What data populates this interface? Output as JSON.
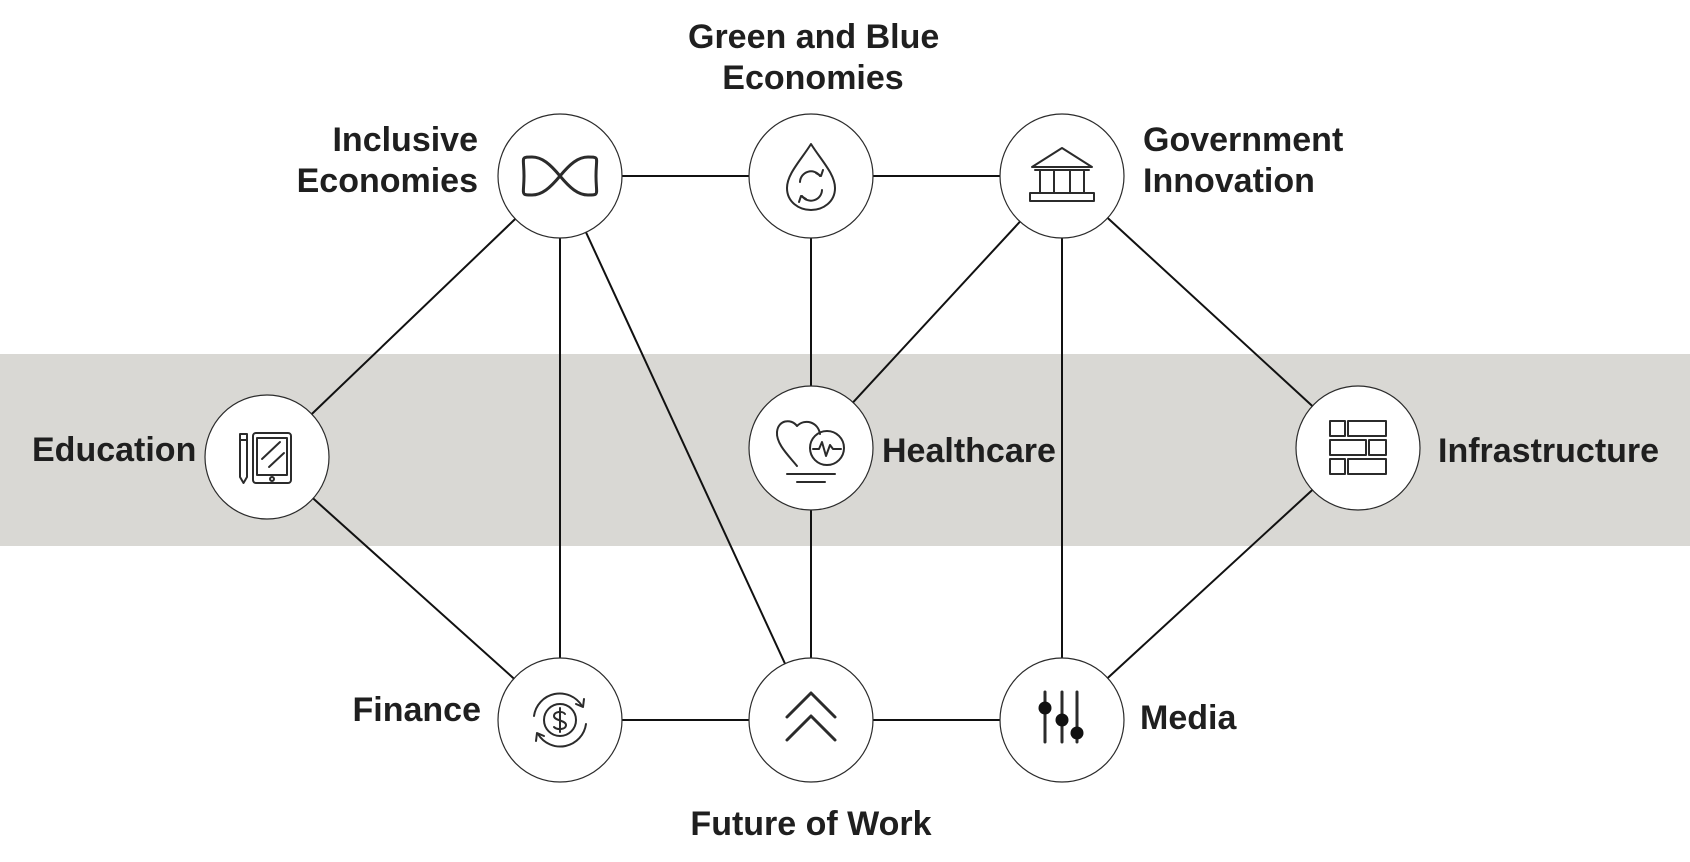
{
  "band_color": "#d9d8d4",
  "nodes": [
    {
      "id": "inclusive",
      "label": [
        "Inclusive",
        "Economies"
      ],
      "icon": "infinity-icon"
    },
    {
      "id": "green_blue",
      "label": [
        "Green and Blue",
        "Economies"
      ],
      "icon": "water-drop-cycle-icon"
    },
    {
      "id": "government",
      "label": [
        "Government",
        "Innovation"
      ],
      "icon": "government-building-icon"
    },
    {
      "id": "education",
      "label": [
        "Education"
      ],
      "icon": "tablet-pen-icon"
    },
    {
      "id": "healthcare",
      "label": [
        "Healthcare"
      ],
      "icon": "heart-pulse-icon"
    },
    {
      "id": "infrastructure",
      "label": [
        "Infrastructure"
      ],
      "icon": "brick-wall-icon"
    },
    {
      "id": "finance",
      "label": [
        "Finance"
      ],
      "icon": "dollar-cycle-icon"
    },
    {
      "id": "future_work",
      "label": [
        "Future of Work"
      ],
      "icon": "double-chevron-up-icon"
    },
    {
      "id": "media",
      "label": [
        "Media"
      ],
      "icon": "sliders-icon"
    }
  ],
  "edges": [
    [
      "inclusive",
      "green_blue"
    ],
    [
      "green_blue",
      "government"
    ],
    [
      "inclusive",
      "education"
    ],
    [
      "inclusive",
      "finance"
    ],
    [
      "inclusive",
      "future_work"
    ],
    [
      "green_blue",
      "healthcare"
    ],
    [
      "government",
      "healthcare"
    ],
    [
      "government",
      "media"
    ],
    [
      "government",
      "infrastructure"
    ],
    [
      "education",
      "finance"
    ],
    [
      "healthcare",
      "future_work"
    ],
    [
      "finance",
      "future_work"
    ],
    [
      "future_work",
      "media"
    ],
    [
      "media",
      "infrastructure"
    ]
  ]
}
